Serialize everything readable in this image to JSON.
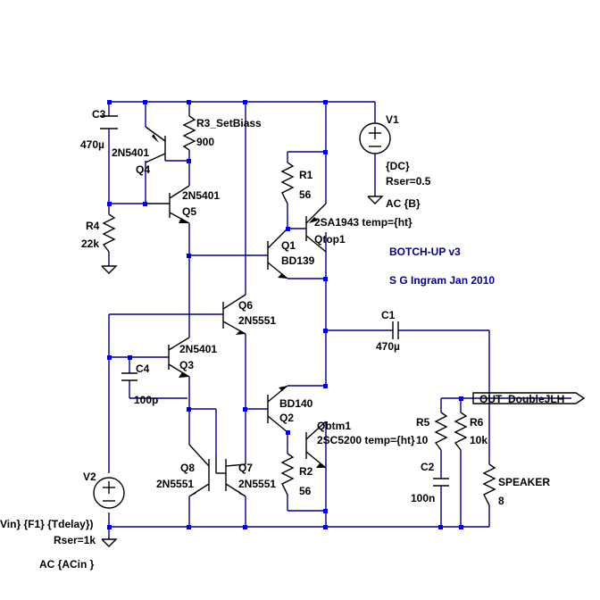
{
  "colors": {
    "wire": "#000080",
    "component": "#000000",
    "junction": "#0000cc",
    "note": "#000080",
    "background": "#ffffff"
  },
  "components": {
    "c3": {
      "ref": "C3",
      "value": "470µ"
    },
    "r3": {
      "ref": "R3_SetBiass",
      "value": "900"
    },
    "q4": {
      "ref": "Q4",
      "value": "2N5401"
    },
    "q5": {
      "ref": "Q5",
      "value": "2N5401"
    },
    "r4": {
      "ref": "R4",
      "value": "22k"
    },
    "v1": {
      "ref": "V1",
      "value": "{DC}",
      "rser": "Rser=0.5",
      "ac": "AC {B}"
    },
    "r1": {
      "ref": "R1",
      "value": "56"
    },
    "qtop1": {
      "ref": "Qtop1",
      "value": "2SA1943 temp={ht}"
    },
    "q1": {
      "ref": "Q1",
      "value": "BD139"
    },
    "q6": {
      "ref": "Q6",
      "value": "2N5551"
    },
    "c1": {
      "ref": "C1",
      "value": "470µ"
    },
    "q3": {
      "ref": "Q3",
      "value": "2N5401"
    },
    "c4": {
      "ref": "C4",
      "value": "100p"
    },
    "q2": {
      "ref": "Q2",
      "value": "BD140"
    },
    "qbtm1": {
      "ref": "Qbtm1",
      "value": "2SC5200 temp={ht}"
    },
    "r2": {
      "ref": "R2",
      "value": "56"
    },
    "q8": {
      "ref": "Q8",
      "value": "2N5551"
    },
    "q7": {
      "ref": "Q7",
      "value": "2N5551"
    },
    "v2": {
      "ref": "V2",
      "value": "Vin} {F1} {Tdelay})",
      "rser": "Rser=1k",
      "ac": "AC {ACin }"
    },
    "r5": {
      "ref": "R5",
      "value": "10"
    },
    "r6": {
      "ref": "R6",
      "value": "10k"
    },
    "c2": {
      "ref": "C2",
      "value": "100n"
    },
    "speaker": {
      "ref": "SPEAKER",
      "value": "8"
    }
  },
  "net_labels": {
    "out": "OUT_DoubleJLH"
  },
  "notes": {
    "title": "BOTCH-UP v3",
    "author": "S G Ingram Jan 2010"
  }
}
